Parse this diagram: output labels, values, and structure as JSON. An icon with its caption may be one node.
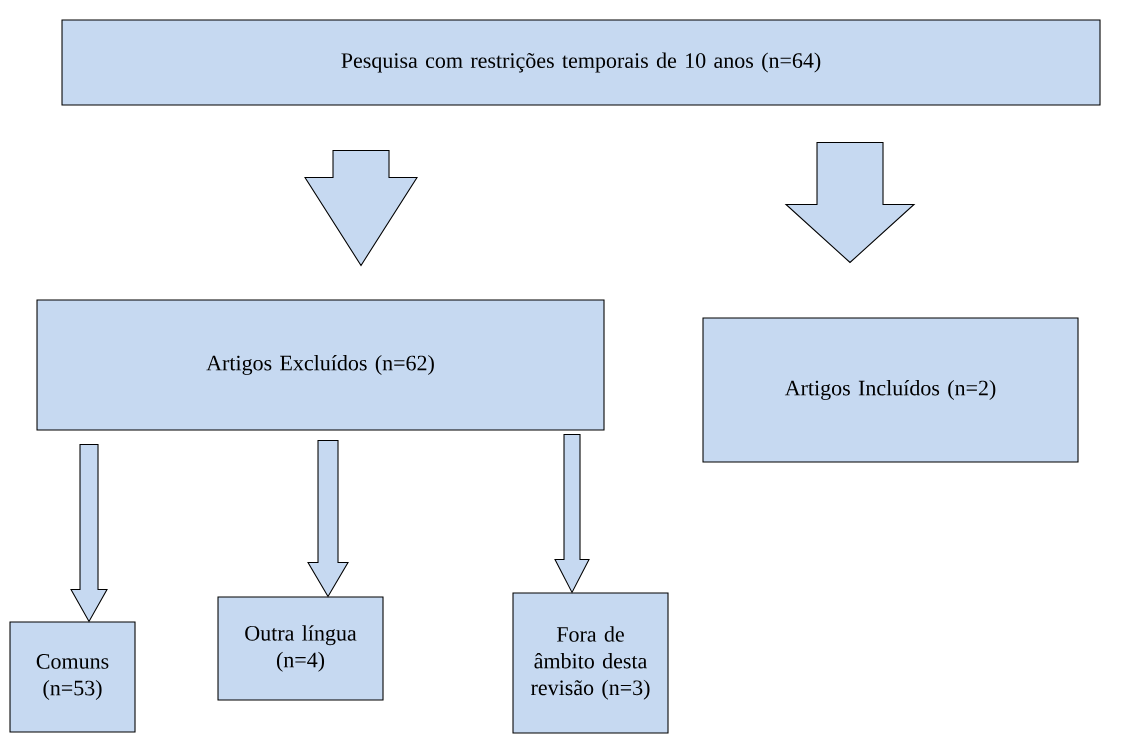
{
  "diagram": {
    "nodes": [
      {
        "text": [
          "Pesquisa com restrições temporais de 10 anos (n=64)"
        ]
      },
      {
        "text": [
          "Artigos Excluídos (n=62)"
        ]
      },
      {
        "text": [
          "Artigos Incluídos (n=2)"
        ]
      },
      {
        "text": [
          "Comuns (n=53)"
        ]
      },
      {
        "text": [
          "Outra língua (n=4)"
        ]
      },
      {
        "text": [
          "Fora de âmbito desta revisão (n=3)"
        ]
      }
    ],
    "edges": [
      {
        "from": 0,
        "to": 1,
        "arrow": "to"
      },
      {
        "from": 0,
        "to": 2,
        "arrow": "to"
      },
      {
        "from": 1,
        "to": 3,
        "arrow": "to"
      },
      {
        "from": 1,
        "to": 4,
        "arrow": "to"
      },
      {
        "from": 1,
        "to": 5,
        "arrow": "to"
      }
    ]
  }
}
